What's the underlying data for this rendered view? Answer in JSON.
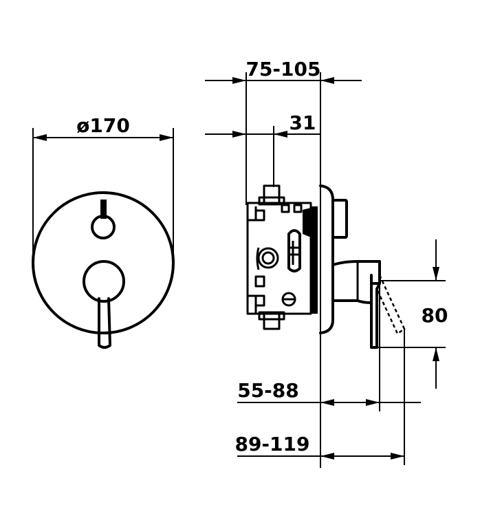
{
  "dimensions": {
    "diameter": "ø170",
    "depth_range_top": "75-105",
    "depth_top_short": "31",
    "lever_height": "80",
    "lever_projection_short": "55-88",
    "lever_projection_long": "89-119"
  },
  "colors": {
    "ink": "#000000",
    "background": "#ffffff"
  }
}
